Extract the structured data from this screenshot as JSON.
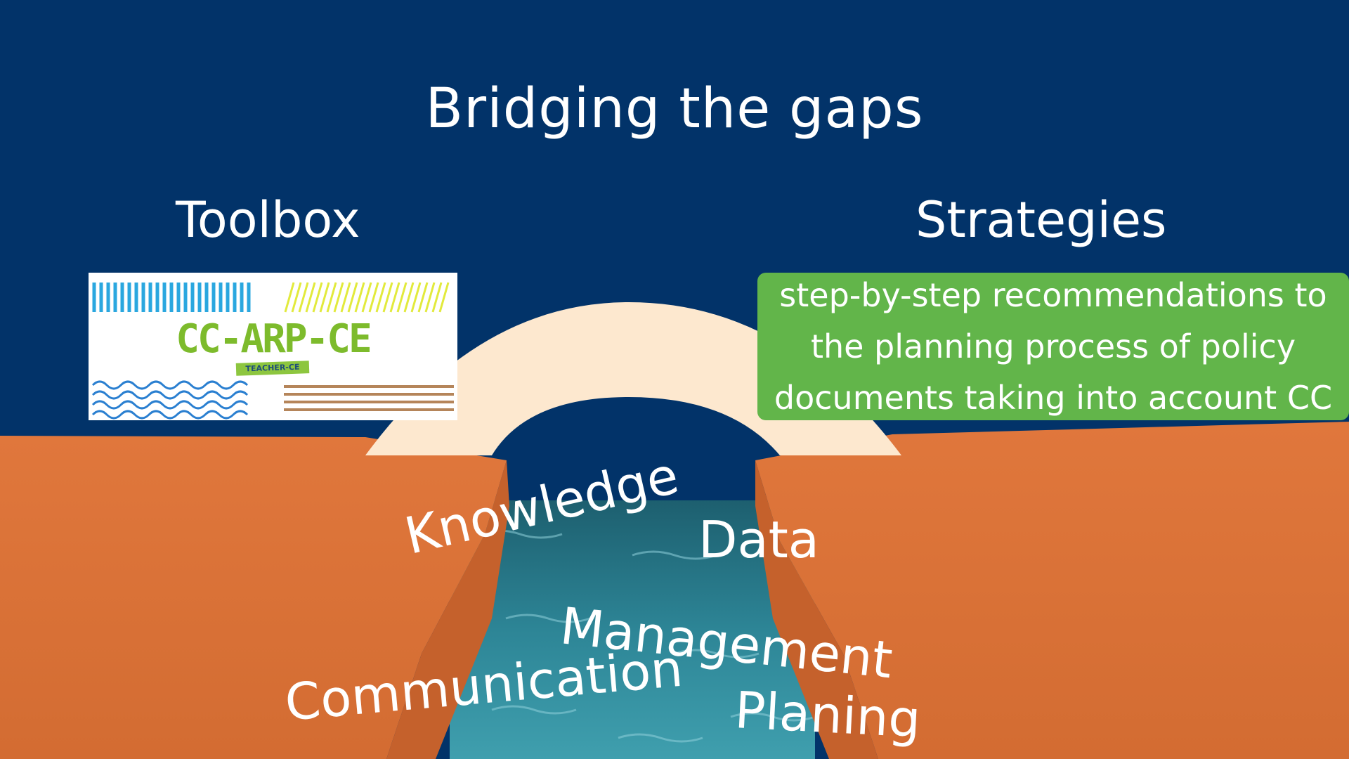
{
  "title": "Bridging the gaps",
  "left_heading": "Toolbox",
  "right_heading": "Strategies",
  "toolbox_logo": {
    "text": "CC-ARP-CE",
    "subtext": "TEACHER-CE"
  },
  "strategy_text": "step-by-step recommendations to the planning process of policy documents taking into account CC",
  "gap_words": {
    "knowledge": "Knowledge",
    "data": "Data",
    "management": "Management",
    "communication": "Communication",
    "planing": "Planing"
  },
  "colors": {
    "sky": "#023369",
    "cliff": "#d9733b",
    "bridge": "#fde8cf",
    "water": "#2b7f8f",
    "strategy_box": "#62b54a",
    "logo_green": "#7dbb2c"
  }
}
